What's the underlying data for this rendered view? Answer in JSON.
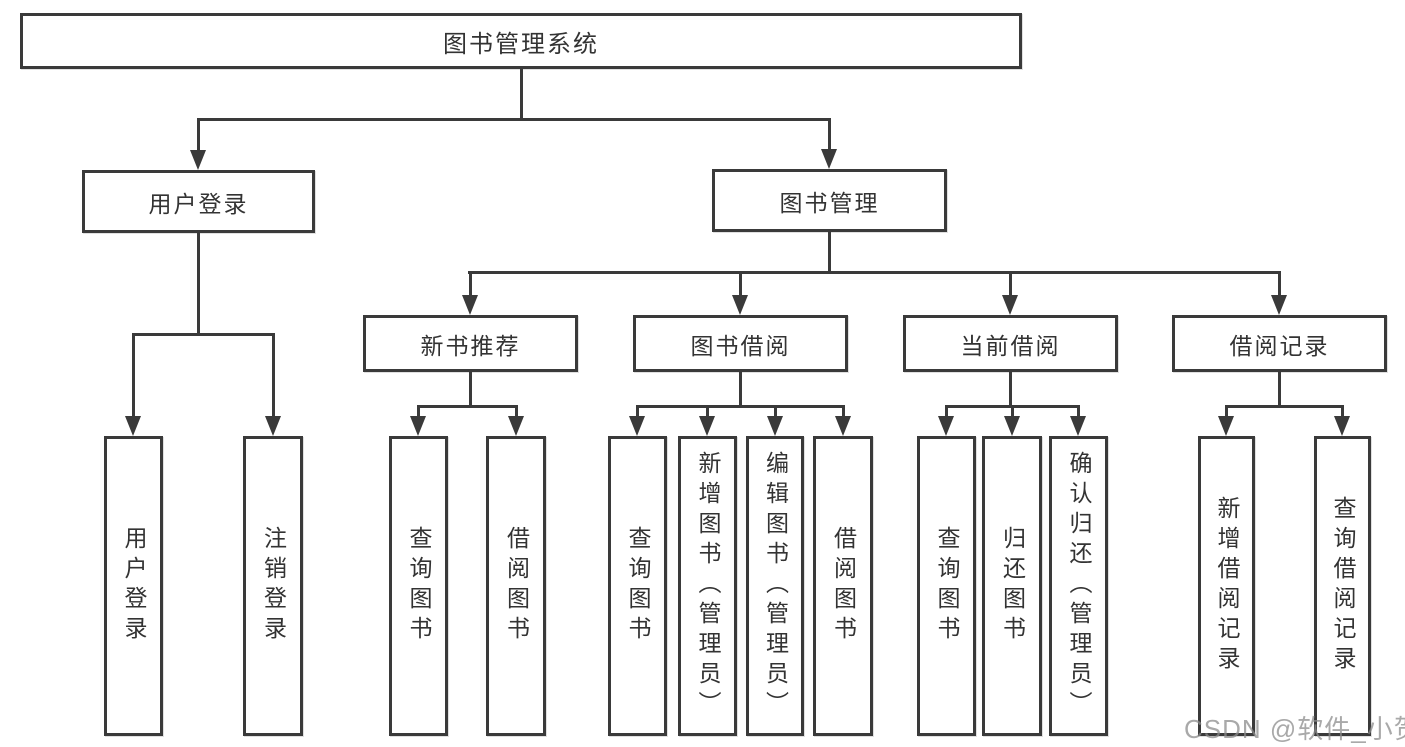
{
  "colors": {
    "line": "#3a3a3a",
    "text": "#333333",
    "box_background": "#ffffff",
    "watermark": "#8c8c8c"
  },
  "watermark": {
    "text": "CSDN @软件_小贺同学"
  },
  "diagram": {
    "root": {
      "label": "图书管理系统"
    },
    "branches": [
      {
        "label": "用户登录",
        "children": [
          {
            "label": "用户登录"
          },
          {
            "label": "注销登录"
          }
        ]
      },
      {
        "label": "图书管理",
        "children": [
          {
            "label": "新书推荐",
            "children": [
              {
                "label": "查询图书"
              },
              {
                "label": "借阅图书"
              }
            ]
          },
          {
            "label": "图书借阅",
            "children": [
              {
                "label": "查询图书"
              },
              {
                "label": "新增图书（管理员）"
              },
              {
                "label": "编辑图书（管理员）"
              },
              {
                "label": "借阅图书"
              }
            ]
          },
          {
            "label": "当前借阅",
            "children": [
              {
                "label": "查询图书"
              },
              {
                "label": "归还图书"
              },
              {
                "label": "确认归还（管理员）"
              }
            ]
          },
          {
            "label": "借阅记录",
            "children": [
              {
                "label": "新增借阅记录"
              },
              {
                "label": "查询借阅记录"
              }
            ]
          }
        ]
      }
    ]
  }
}
